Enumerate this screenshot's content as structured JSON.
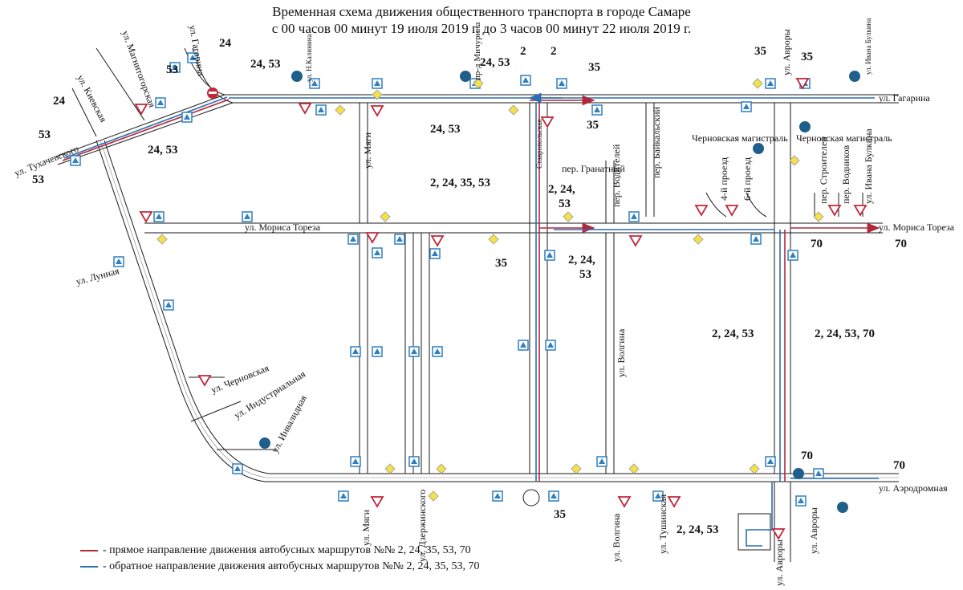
{
  "title": {
    "line1": "Временная схема движения общественного транспорта в городе Самаре",
    "line2": "с 00 часов 00 минут 19 июля 2019 г. до 3 часов 00 минут 22 июля 2019 г."
  },
  "colors": {
    "road": "#1a1a1a",
    "forward": "#b0283b",
    "backward": "#2d6db0",
    "sign_bg": "#f4e04a",
    "sign_border": "#2f7fbf",
    "stop_blue": "#1f5f8b"
  },
  "streets": {
    "gagarina_left": "ул. Гагарина",
    "gagarina_right": "ул. Гагарина",
    "tukhachevskogo": "ул. Тухачевского",
    "kievskaya": "ул. Киевская",
    "magnitogorskaya": "ул. Магнитогорская",
    "lunnaya": "ул. Лунная",
    "moris_toreza": "ул. Мориса Тореза",
    "moris_toreza_right": "ул. Мориса Тореза",
    "magi_top": "ул. Мяги",
    "magi_bottom": "ул. Мяги",
    "dzerzhinskogo": "ул. Дзержинского",
    "volgina": "ул. Волгина",
    "volgina_bottom": "ул. Волгина",
    "tushinskaya": "ул. Тушинская",
    "avrory_top": "ул. Авроры",
    "avrory_bottom": "ул. Авроры",
    "avrory_bottom2": "ул. Авроры",
    "aerodromnaya": "ул. Аэродромная",
    "chernovskaya": "ул. Черновская",
    "industrialnaya": "ул. Индустриальная",
    "invalidnaya": "ул. Инвалидная",
    "granatny": "пер. Гранатный",
    "voditeley": "пер. Водителей",
    "baykalsky": "пер. Байкальский",
    "proezd4": "4-й проезд",
    "proezd6": "6-й проезд",
    "stroiteley": "пер. Строителей",
    "vodnikov": "пер. Водников",
    "ivana_bulkina": "ул. Ивана Булкина",
    "ivana_bulkina_top": "ул. Ивана Булкина",
    "chernovskaya_mag1": "Черновская магистраль",
    "chernovskaya_mag2": "Черновская магистраль",
    "michurina": "пр-д Мичурина",
    "kalinina_top": "ул. Н.Калинина",
    "stavropolskaya": "Ставропольская",
    "gagarina_vert": "ул. Гагарина"
  },
  "routes": {
    "r24_top": "24",
    "r53_top": "53",
    "r2453_a": "24, 53",
    "r24_left": "24",
    "r53_left": "53",
    "r53_left2": "53",
    "r2453_b": "24, 53",
    "r2453_c": "24, 53",
    "r2453_d": "24, 53",
    "r2_a": "2",
    "r2_b": "2",
    "r35_a": "35",
    "r35_b": "35",
    "r35_c": "35",
    "r35_d": "35",
    "r35_mid": "35",
    "r35_bottom": "35",
    "r2243553": "2, 24, 35, 53",
    "r2_24_53_a_l1": "2, 24,",
    "r2_24_53_a_l2": "53",
    "r2_24_53_b_l1": "2, 24,",
    "r2_24_53_b_l2": "53",
    "r70_a": "70",
    "r70_b": "70",
    "r70_c": "70",
    "r70_d": "70",
    "r22453_mid": "2, 24, 53",
    "r2245370": "2, 24, 53, 70",
    "r22453_bottom": "2, 24, 53"
  },
  "legend": {
    "forward": "- прямое направление движения автобусных маршрутов №№ 2, 24, 35, 53, 70",
    "backward": "- обратное направление движения автобусных маршрутов №№ 2, 24, 35, 53, 70"
  }
}
